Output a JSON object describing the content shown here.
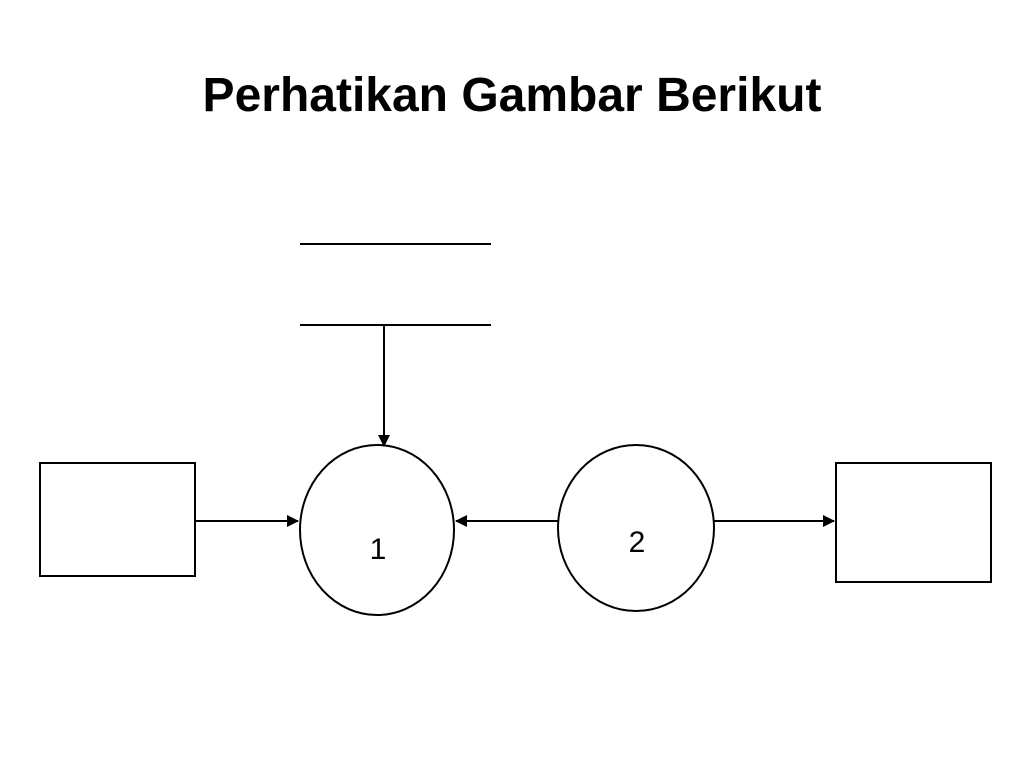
{
  "slide": {
    "title": "Perhatikan Gambar Berikut"
  },
  "diagram": {
    "processes": [
      {
        "label": "1"
      },
      {
        "label": "2"
      }
    ]
  },
  "colors": {
    "background": "#ffffff",
    "line": "#000000",
    "text": "#000000"
  }
}
